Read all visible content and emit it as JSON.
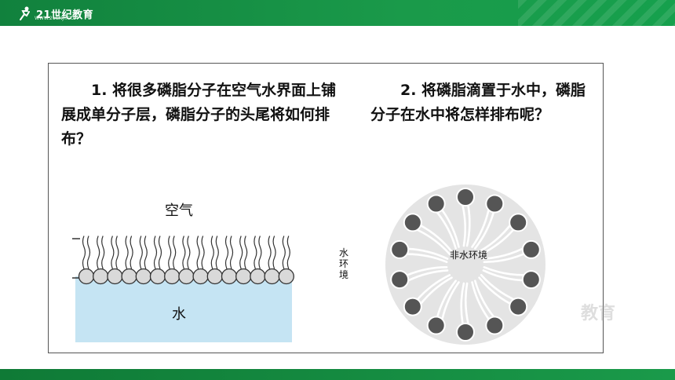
{
  "header": {
    "logo_text": "21世纪教育",
    "logo_sub": "WWW.21CNJY.COM"
  },
  "questions": {
    "q1": "1. 将很多磷脂分子在空气水界面上铺展成单分子层，磷脂分子的头尾将如何排布？",
    "q2": "2. 将磷脂滴置于水中，磷脂分子在水中将怎样排布呢？"
  },
  "diagram_monolayer": {
    "air_label": "空气",
    "water_label": "水",
    "head_count": 15,
    "colors": {
      "water": "#c5e4f3",
      "head": "#d9d9d9",
      "stroke": "#333333"
    }
  },
  "diagram_micelle": {
    "head_count": 14,
    "colors": {
      "background": "#e4e4e4",
      "head": "#555555"
    }
  },
  "labels": {
    "water_env": "水环境",
    "nonwater_env": "非水环境"
  },
  "watermark": "教育"
}
